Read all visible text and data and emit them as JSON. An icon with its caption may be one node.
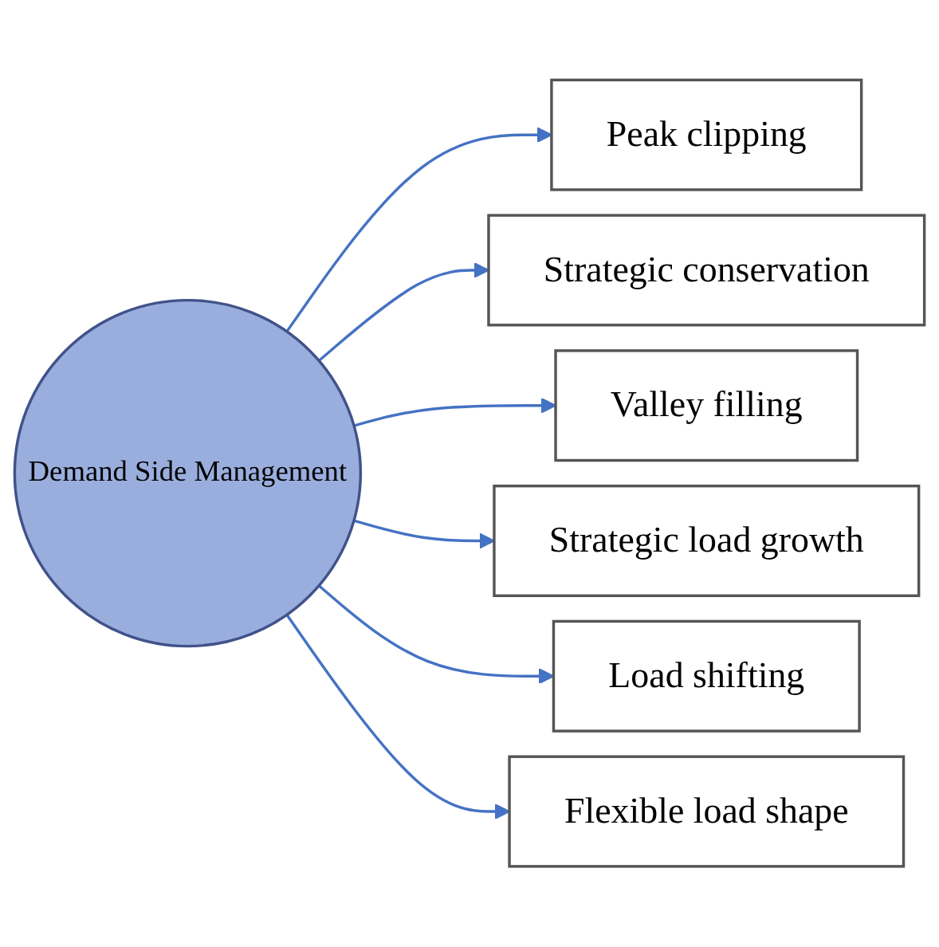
{
  "diagram": {
    "nodes": [
      {
        "text": [
          "Demand Side Management"
        ]
      },
      {
        "text": [
          "Peak clipping"
        ]
      },
      {
        "text": [
          "Strategic conservation"
        ]
      },
      {
        "text": [
          "Valley filling"
        ]
      },
      {
        "text": [
          "Strategic load growth"
        ]
      },
      {
        "text": [
          "Load shifting"
        ]
      },
      {
        "text": [
          "Flexible load shape"
        ]
      }
    ],
    "edges": [
      {
        "from": 0,
        "to": 1,
        "arrow": "to"
      },
      {
        "from": 0,
        "to": 2,
        "arrow": "to"
      },
      {
        "from": 0,
        "to": 3,
        "arrow": "to"
      },
      {
        "from": 0,
        "to": 4,
        "arrow": "to"
      },
      {
        "from": 0,
        "to": 5,
        "arrow": "to"
      },
      {
        "from": 0,
        "to": 6,
        "arrow": "to"
      }
    ]
  }
}
